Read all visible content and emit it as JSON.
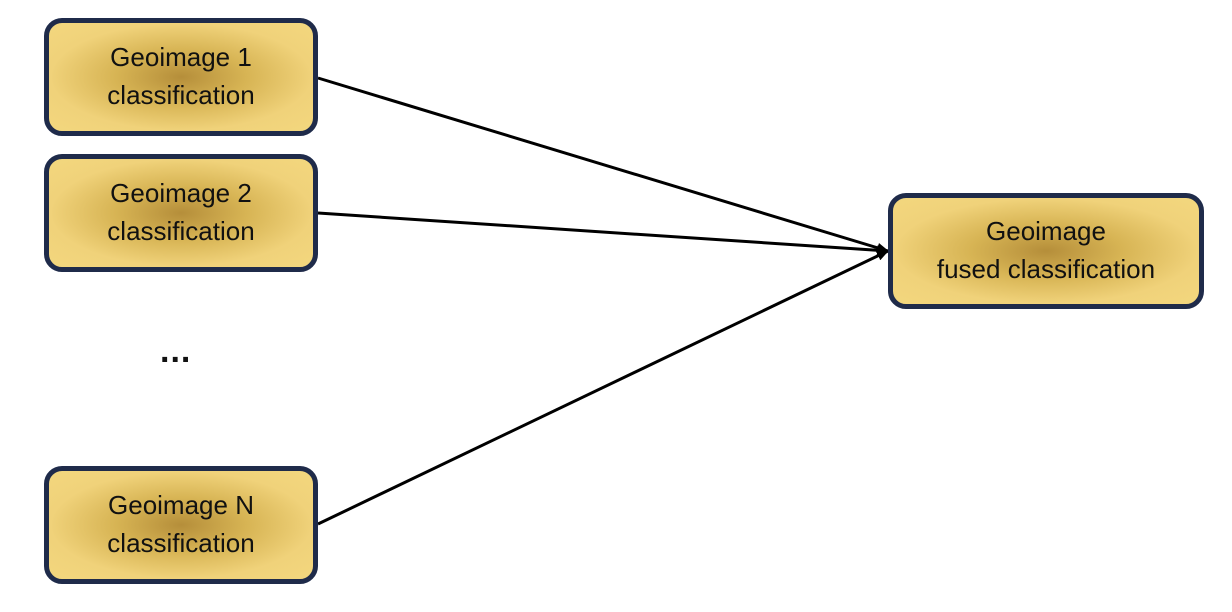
{
  "inputs": [
    {
      "line1": "Geoimage 1",
      "line2": "classification"
    },
    {
      "line1": "Geoimage 2",
      "line2": "classification"
    },
    {
      "line1": "Geoimage N",
      "line2": "classification"
    }
  ],
  "ellipsis": "...",
  "output": {
    "line1": "Geoimage",
    "line2": "fused classification"
  },
  "colors": {
    "box_border": "#1f2b4a",
    "box_fill_center": "#b58e3a",
    "box_fill_edge": "#f3d77e",
    "arrow": "#000000"
  }
}
